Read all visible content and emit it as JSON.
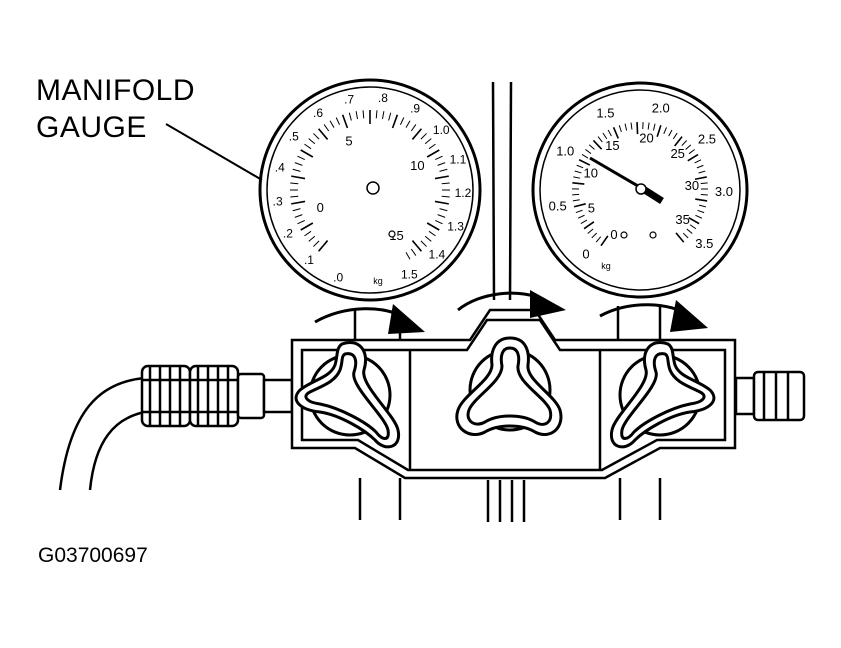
{
  "callout": {
    "line1": "MANIFOLD",
    "line2": "GAUGE"
  },
  "figure_id": "G03700697",
  "left_gauge": {
    "outer_labels": [
      ".0",
      ".1",
      ".2",
      ".3",
      ".4",
      ".5",
      ".6",
      ".7",
      ".8",
      ".9",
      "1.0",
      "1.1",
      "1.2",
      "1.3",
      "1.4",
      "1.5"
    ],
    "inner_labels": [
      "0",
      "5",
      "10",
      "15"
    ],
    "unit": "kg"
  },
  "right_gauge": {
    "outer_labels": [
      "0",
      "0.5",
      "1.0",
      "1.5",
      "2.0",
      "2.5",
      "3.0",
      "3.5"
    ],
    "inner_labels": [
      "0",
      "5",
      "10",
      "15",
      "20",
      "25",
      "30",
      "35"
    ],
    "unit": "kg"
  },
  "colors": {
    "line": "#000000",
    "background": "#ffffff"
  }
}
